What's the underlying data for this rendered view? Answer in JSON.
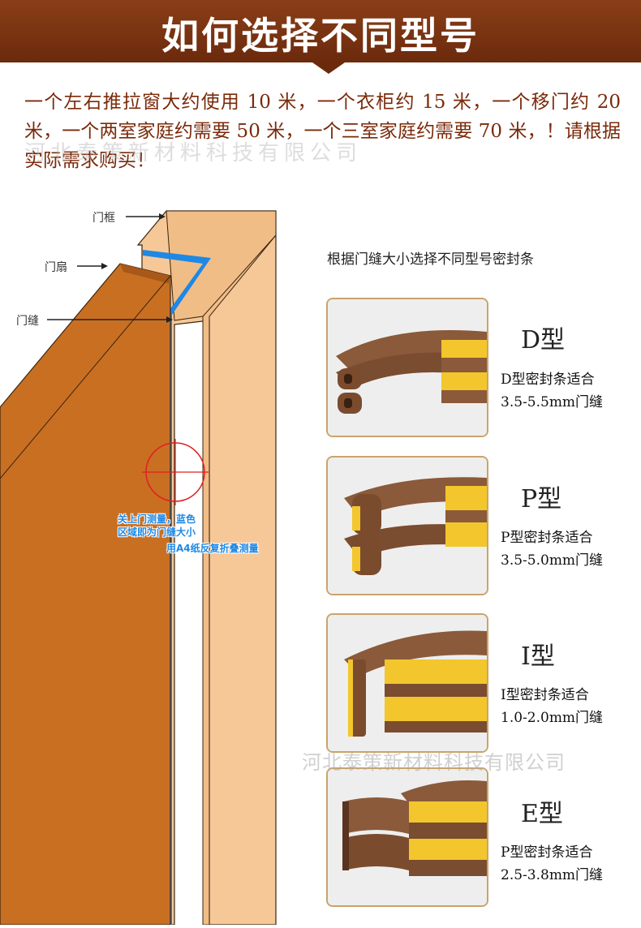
{
  "header": {
    "title": "如何选择不同型号"
  },
  "intro": "一个左右推拉窗大约使用 10 米，一个衣柜约 15 米，一个移门约 20 米，一个两室家庭约需要 50 米，一个三室家庭约需要 70 米，！请根据实际需求购买！",
  "watermark_top": "河北泰策新材料科技有限公司",
  "diagram": {
    "labels": {
      "frame": "门框",
      "door": "门扇",
      "gap": "门缝"
    },
    "note_line1": "关上门测量，蓝色",
    "note_line2": "区域即为门缝大小",
    "note_line3": "用A4纸反复折叠测量"
  },
  "right_heading": "根据门缝大小选择不同型号密封条",
  "types": [
    {
      "name": "D型",
      "desc": "D型密封条适合\n3.5-5.5mm门缝"
    },
    {
      "name": "P型",
      "desc": "P型密封条适合\n3.5-5.0mm门缝"
    },
    {
      "name": "I型",
      "desc": "I型密封条适合\n1.0-2.0mm门缝"
    },
    {
      "name": "E型",
      "desc": "P型密封条适合\n2.5-3.8mm门缝"
    }
  ],
  "watermark_bottom": "河北泰策新材料科技有限公司",
  "colors": {
    "header": "#7a3412",
    "door": "#c96f22",
    "frame": "#f4c796",
    "gap": "#1e88e5",
    "strip": "#8a5a3a",
    "tape": "#f2c62c"
  }
}
